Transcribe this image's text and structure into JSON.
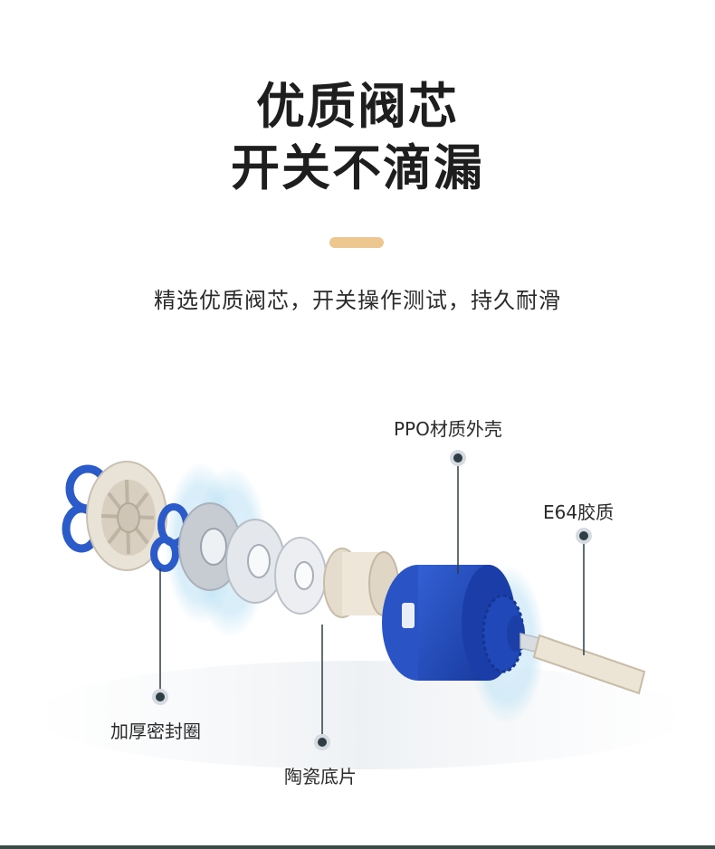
{
  "header": {
    "title_line1": "优质阀芯",
    "title_line2": "开关不滴漏",
    "subtitle": "精选优质阀芯，开关操作测试，持久耐滑",
    "accent_color": "#ecc890"
  },
  "callouts": [
    {
      "label": "PPO材质外壳"
    },
    {
      "label": "E64胶质"
    },
    {
      "label": "加厚密封圈"
    },
    {
      "label": "陶瓷底片"
    }
  ],
  "colors": {
    "housing_blue": "#1f44b8",
    "seal_blue": "#2a5bc9",
    "glow": "#bfe3f5",
    "pointer": "#2f3d45"
  }
}
